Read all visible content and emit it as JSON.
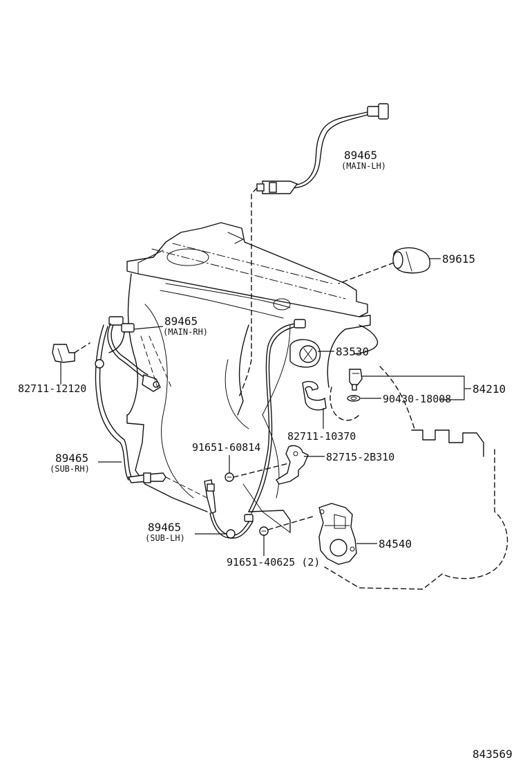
{
  "labels": {
    "main_lh_part": "89465",
    "main_lh_note": "(MAIN-LH)",
    "knock_sensor": "89615",
    "speed_sensor": "83530",
    "sensor_84210": "84210",
    "washer_part": "90430-18008",
    "clamp_10370": "82711-10370",
    "bracket_2b310": "82715-2B310",
    "nut_60814": "91651-60814",
    "main_rh_part": "89465",
    "main_rh_note": "(MAIN-RH)",
    "clamp_12120": "82711-12120",
    "sub_rh_part": "89465",
    "sub_rh_note": "(SUB-RH)",
    "sub_lh_part": "89465",
    "sub_lh_note": "(SUB-LH)",
    "nut_40625": "91651-40625 (2)",
    "switch_84540": "84540",
    "diagram_id": "843569"
  }
}
